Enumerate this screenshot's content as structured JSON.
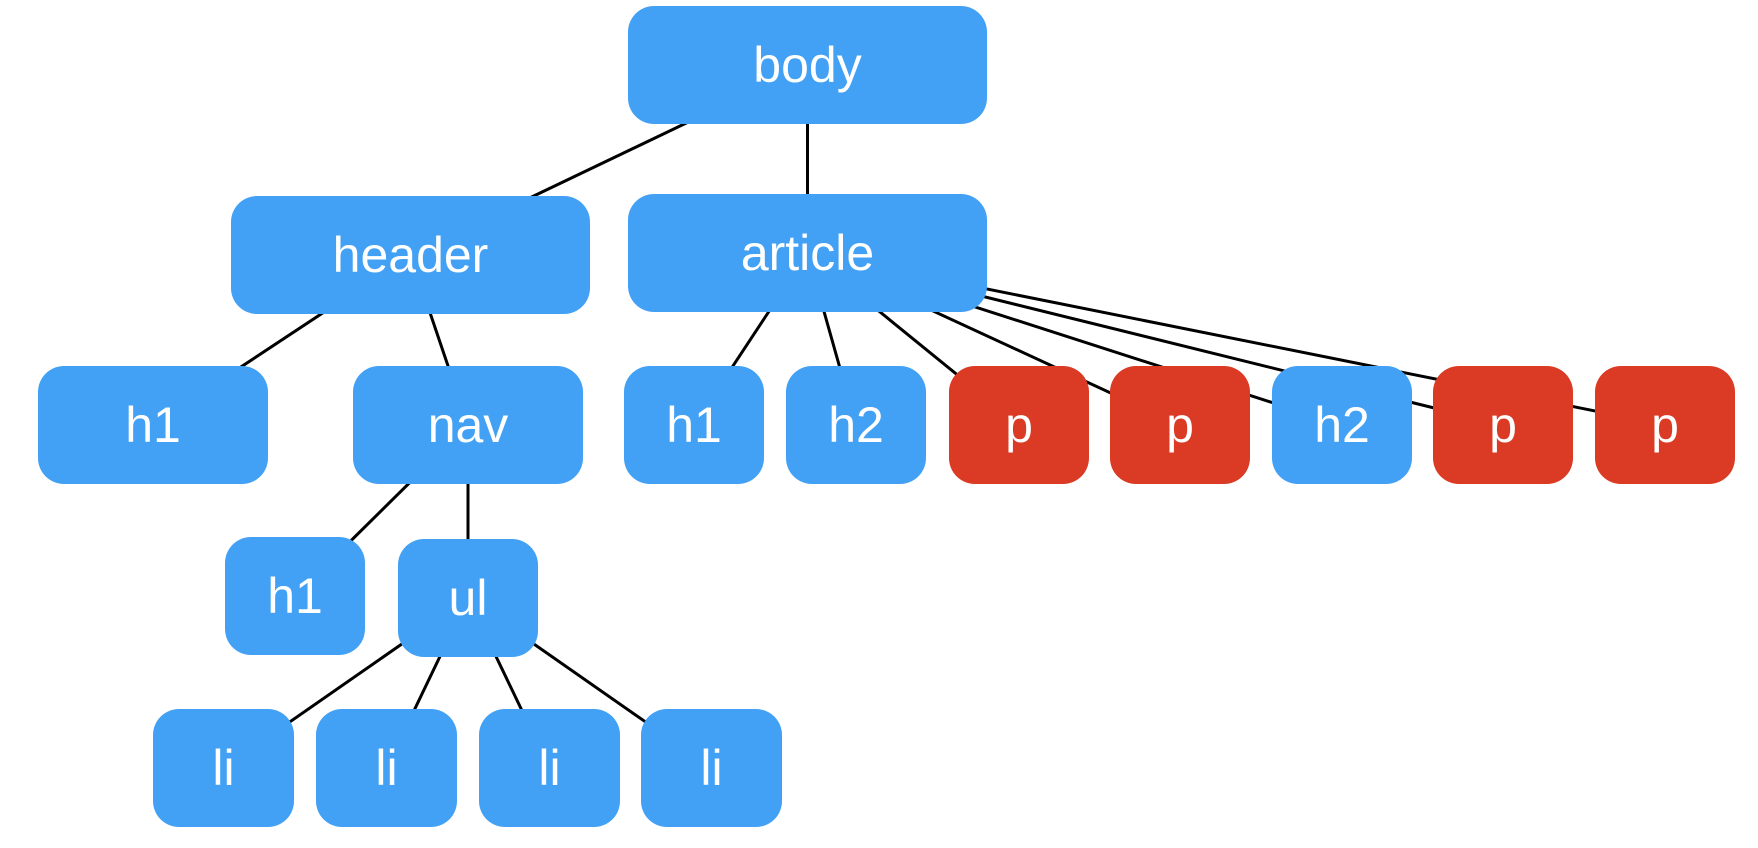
{
  "colors": {
    "default": "#42a1f5",
    "highlight": "#db3a24",
    "edge": "#000000"
  },
  "nodes": {
    "body": {
      "label": "body",
      "highlight": false
    },
    "header": {
      "label": "header",
      "highlight": false
    },
    "article": {
      "label": "article",
      "highlight": false
    },
    "header_h1": {
      "label": "h1",
      "highlight": false
    },
    "nav": {
      "label": "nav",
      "highlight": false
    },
    "nav_h1": {
      "label": "h1",
      "highlight": false
    },
    "ul": {
      "label": "ul",
      "highlight": false
    },
    "li_1": {
      "label": "li",
      "highlight": false
    },
    "li_2": {
      "label": "li",
      "highlight": false
    },
    "li_3": {
      "label": "li",
      "highlight": false
    },
    "li_4": {
      "label": "li",
      "highlight": false
    },
    "article_h1": {
      "label": "h1",
      "highlight": false
    },
    "article_h2_1": {
      "label": "h2",
      "highlight": false
    },
    "p_1": {
      "label": "p",
      "highlight": true
    },
    "p_2": {
      "label": "p",
      "highlight": true
    },
    "article_h2_2": {
      "label": "h2",
      "highlight": false
    },
    "p_3": {
      "label": "p",
      "highlight": true
    },
    "p_4": {
      "label": "p",
      "highlight": true
    }
  },
  "edges": [
    [
      "body",
      "header"
    ],
    [
      "body",
      "article"
    ],
    [
      "header",
      "header_h1"
    ],
    [
      "header",
      "nav"
    ],
    [
      "nav",
      "nav_h1"
    ],
    [
      "nav",
      "ul"
    ],
    [
      "ul",
      "li_1"
    ],
    [
      "ul",
      "li_2"
    ],
    [
      "ul",
      "li_3"
    ],
    [
      "ul",
      "li_4"
    ],
    [
      "article",
      "article_h1"
    ],
    [
      "article",
      "article_h2_1"
    ],
    [
      "article",
      "p_1"
    ],
    [
      "article",
      "p_2"
    ],
    [
      "article",
      "article_h2_2"
    ],
    [
      "article",
      "p_3"
    ],
    [
      "article",
      "p_4"
    ]
  ]
}
